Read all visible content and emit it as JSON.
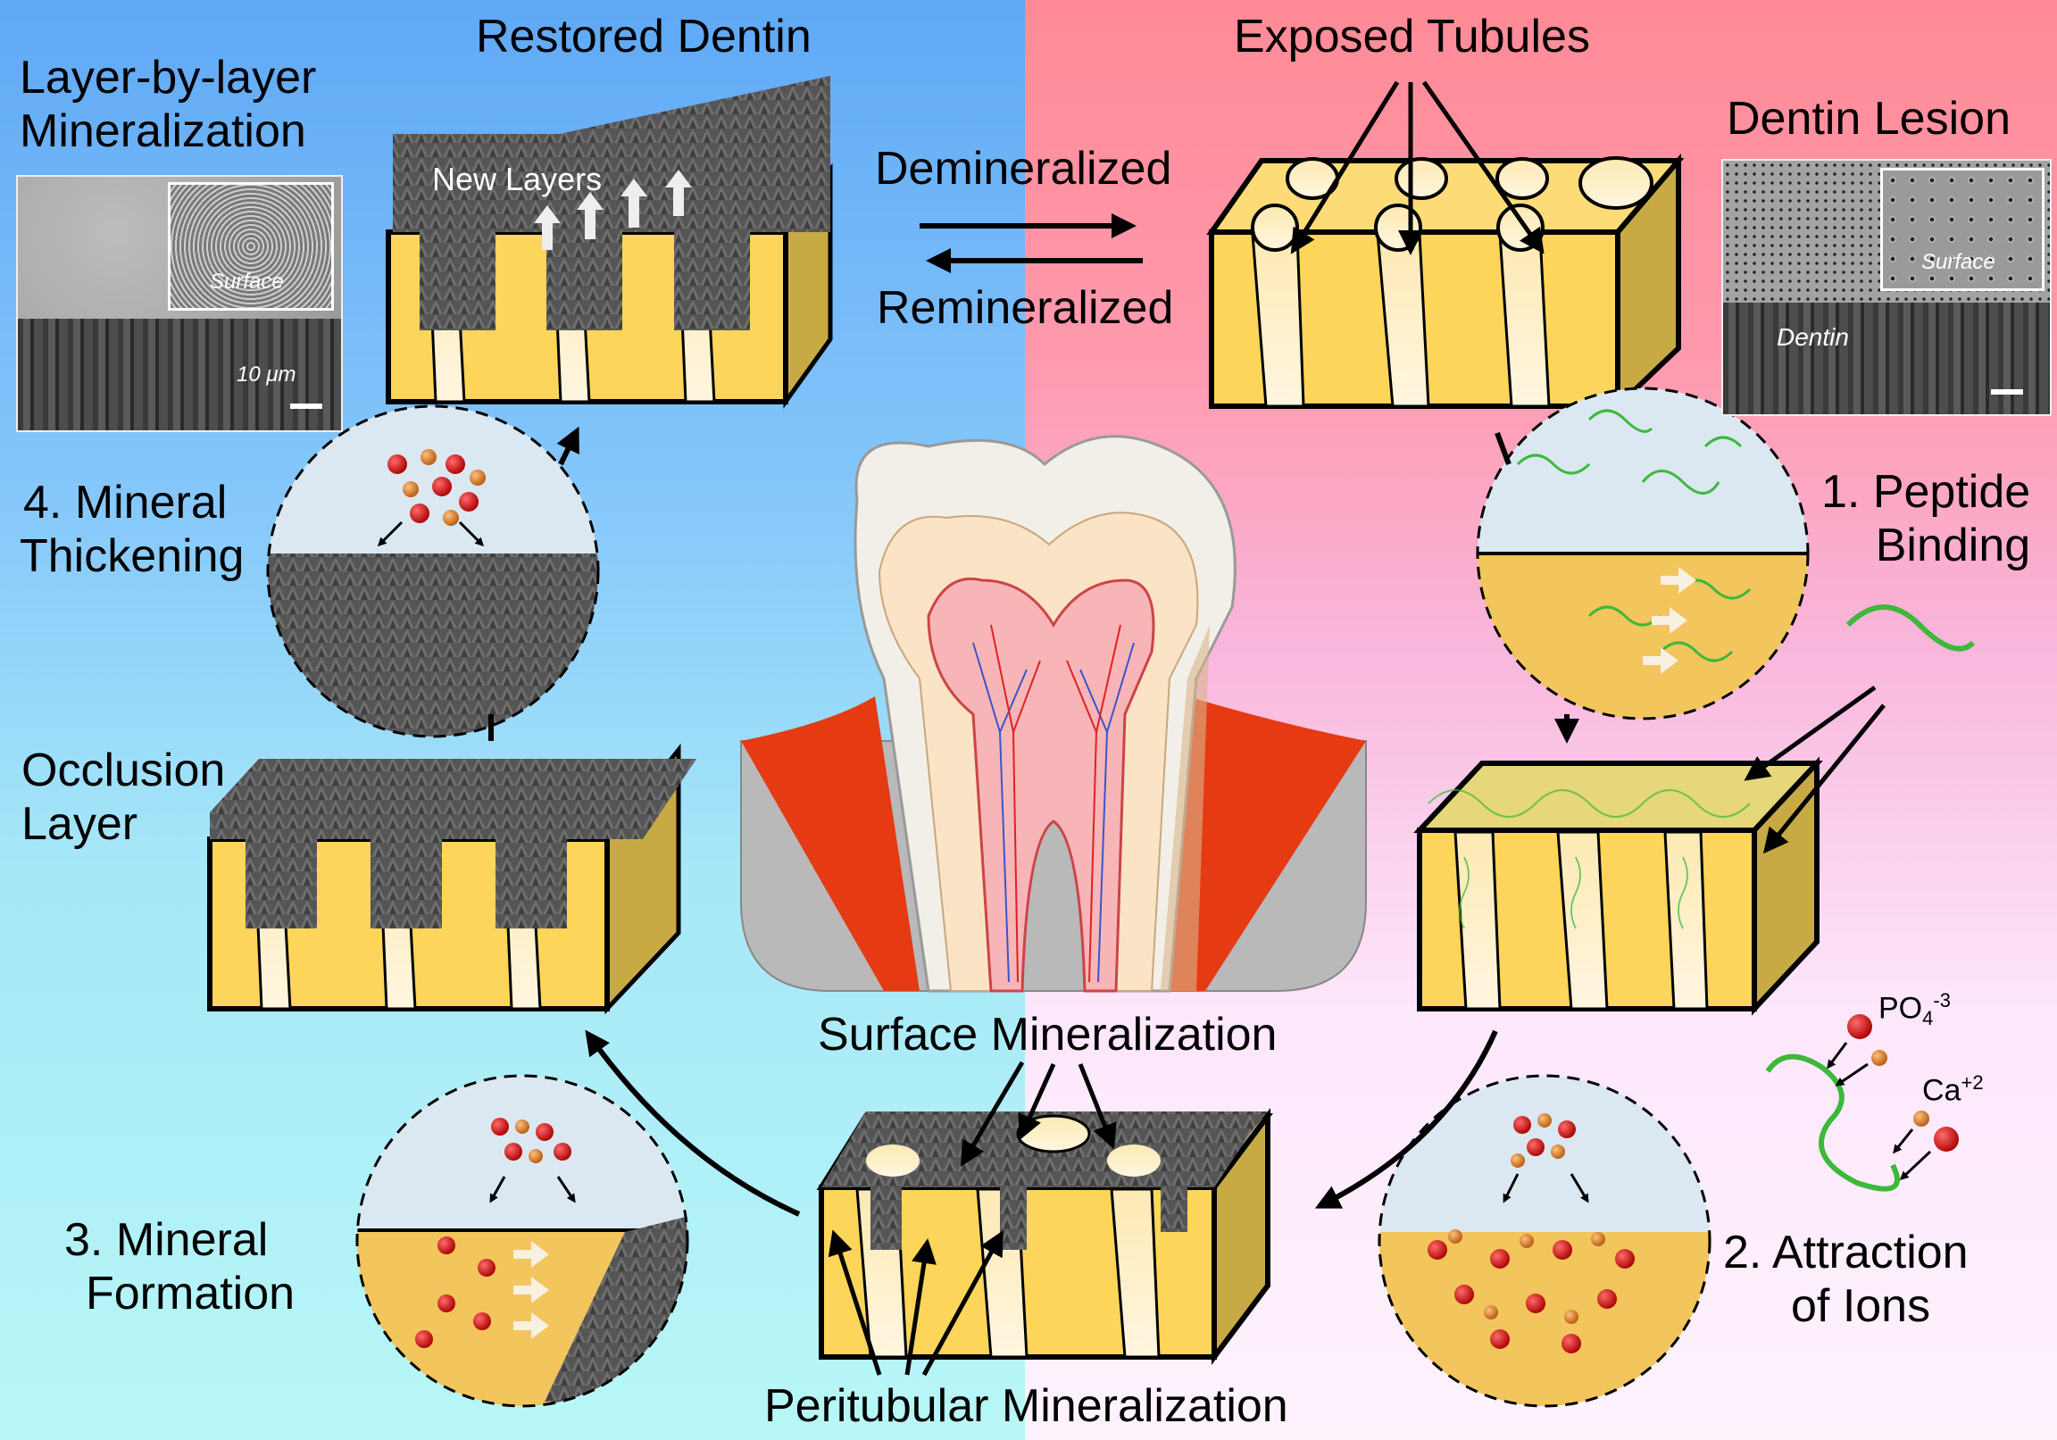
{
  "figure": {
    "left_panel": {
      "sem_title": [
        "Layer-by-layer",
        "Mineralization"
      ],
      "sem_labels": {
        "surface": "Surface",
        "scale": "10 μm"
      },
      "restored": {
        "title": "Restored Dentin",
        "new_layers": "New Layers"
      },
      "step4": [
        "4. Mineral",
        "Thickening"
      ],
      "occlusion": [
        "Occlusion",
        "Layer"
      ],
      "step3": [
        "3. Mineral",
        "Formation"
      ]
    },
    "center": {
      "demineralized": "Demineralized",
      "remineralized": "Remineralized",
      "surface_mineralization": "Surface Mineralization",
      "peritubular_mineralization": "Peritubular Mineralization"
    },
    "right_panel": {
      "exposed_tubules": "Exposed Tubules",
      "dentin_lesion": "Dentin Lesion",
      "sem_labels": {
        "surface": "Surface",
        "dentin": "Dentin"
      },
      "step1": [
        "1. Peptide",
        "Binding"
      ],
      "step2": [
        "2. Attraction",
        "of Ions"
      ],
      "ions": {
        "phosphate": "PO",
        "phosphate_sub": "4",
        "phosphate_sup": "-3",
        "calcium": "Ca",
        "calcium_sup": "+2"
      }
    },
    "colors": {
      "dentin_yellow": "#fcd55a",
      "tubule_cream": "#fff2cf",
      "mineral_gray": "#5b5b5b",
      "peptide_green": "#3db83a",
      "phosphate_red": "#d0141b",
      "calcium_orange": "#e88c2a"
    }
  }
}
